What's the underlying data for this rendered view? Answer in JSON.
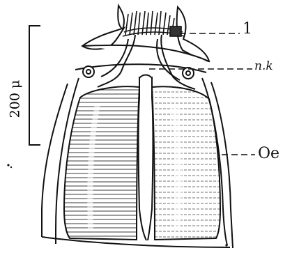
{
  "figure": {
    "scale_bar_label": "200 μ",
    "labels": {
      "label_1": "1",
      "label_nk": "n.k",
      "label_oe": "Oe"
    }
  }
}
